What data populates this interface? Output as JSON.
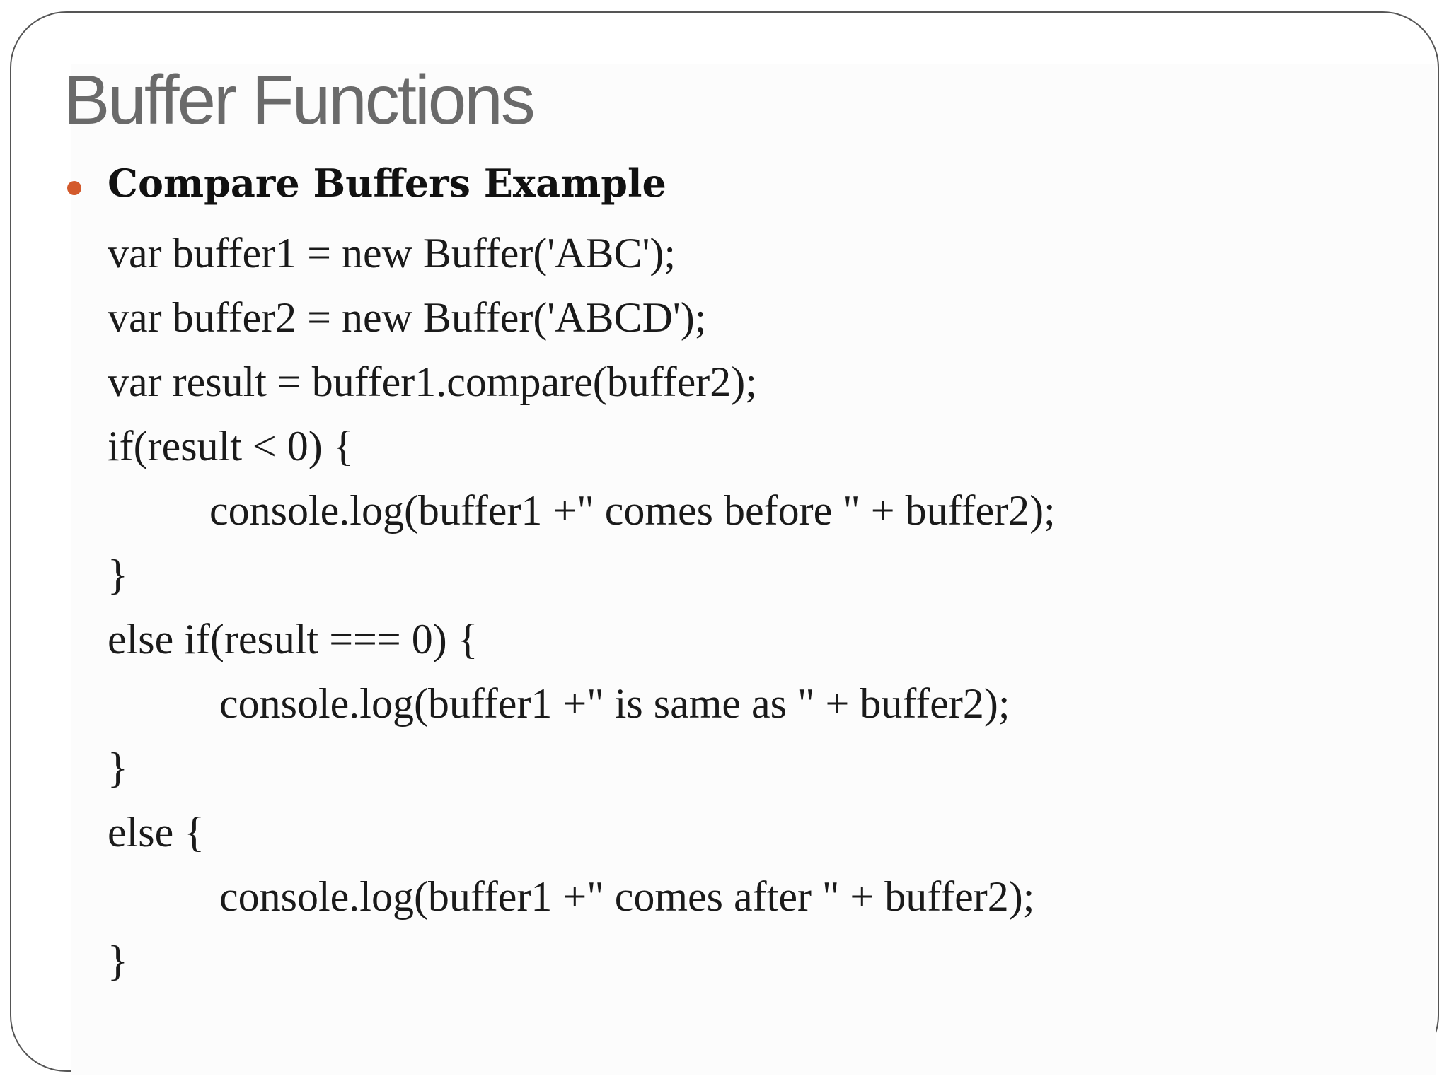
{
  "slide": {
    "title": "Buffer Functions",
    "bullet_heading": "Compare Buffers Example",
    "accent_color": "#d35a2c",
    "code_lines": [
      "var buffer1 = new Buffer('ABC');",
      "var buffer2 = new Buffer('ABCD');",
      "var result = buffer1.compare(buffer2);",
      "if(result < 0) {",
      "console.log(buffer1 +\" comes before \" + buffer2);",
      "}",
      "else if(result === 0) {",
      "console.log(buffer1 +\" is same as \" + buffer2);",
      "}",
      "else {",
      "console.log(buffer1 +\" comes after \" + buffer2);",
      "}"
    ]
  }
}
